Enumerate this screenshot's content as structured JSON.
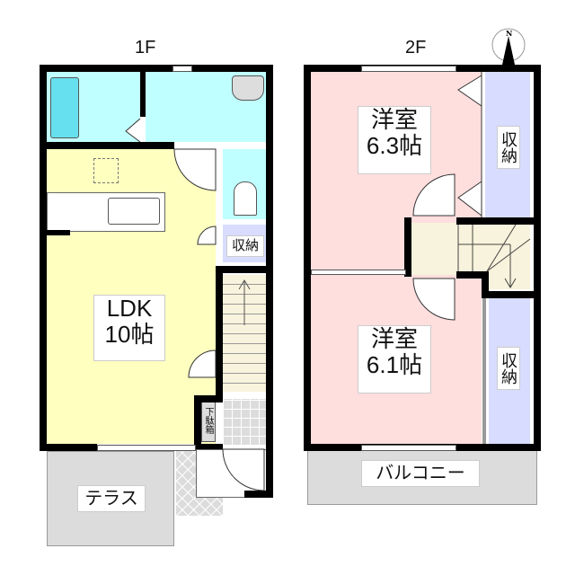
{
  "floors": [
    {
      "label": "1F",
      "rooms": [
        {
          "name": "LDK",
          "size": "10帖"
        },
        {
          "name": "収納"
        },
        {
          "name": "下駄箱"
        },
        {
          "name": "テラス"
        }
      ]
    },
    {
      "label": "2F",
      "rooms": [
        {
          "name": "洋室",
          "size": "6.3帖"
        },
        {
          "name": "収納"
        },
        {
          "name": "洋室",
          "size": "6.1帖"
        },
        {
          "name": "収納"
        },
        {
          "name": "バルコニー"
        }
      ]
    }
  ],
  "compass": {
    "label": "N"
  },
  "colors": {
    "ldk": "#ffffc0",
    "wet": "#c0ffff",
    "storage": "#d8dcff",
    "western": "#ffdede",
    "stairs": "#f8f3dc",
    "outdoor": "#dcdcdc"
  }
}
